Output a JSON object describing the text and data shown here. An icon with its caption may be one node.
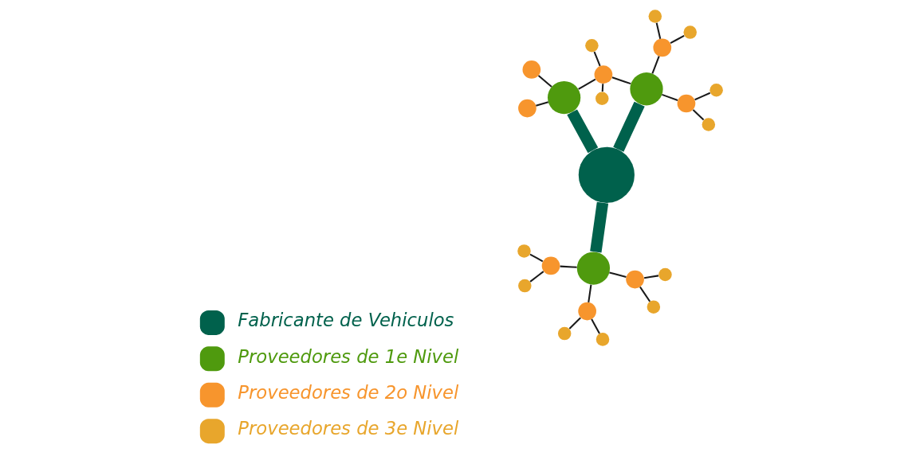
{
  "diagram": {
    "nodes": [
      {
        "text": [],
        "shape": "circle"
      },
      {
        "text": [],
        "shape": "circle"
      },
      {
        "text": [],
        "shape": "circle"
      },
      {
        "text": [],
        "shape": "circle"
      },
      {
        "text": [],
        "shape": "circle"
      },
      {
        "text": [],
        "shape": "circle"
      },
      {
        "text": [],
        "shape": "circle"
      },
      {
        "text": [],
        "shape": "circle"
      },
      {
        "text": [],
        "shape": "circle"
      },
      {
        "text": [],
        "shape": "circle"
      },
      {
        "text": [],
        "shape": "circle"
      },
      {
        "text": [],
        "shape": "circle"
      },
      {
        "text": [],
        "shape": "circle"
      },
      {
        "text": [],
        "shape": "circle"
      },
      {
        "text": [],
        "shape": "circle"
      },
      {
        "text": [],
        "shape": "circle"
      },
      {
        "text": [],
        "shape": "circle"
      },
      {
        "text": [],
        "shape": "circle"
      },
      {
        "text": [],
        "shape": "circle"
      },
      {
        "text": [],
        "shape": "circle"
      },
      {
        "text": [],
        "shape": "circle"
      },
      {
        "text": [],
        "shape": "circle"
      },
      {
        "text": [],
        "shape": "circle"
      },
      {
        "text": [],
        "shape": "circle"
      }
    ],
    "edges": [
      {
        "from": 0,
        "to": 1,
        "arrow": "none",
        "style": "thick",
        "color": "#00614c"
      },
      {
        "from": 0,
        "to": 2,
        "arrow": "none",
        "style": "thick",
        "color": "#00614c"
      },
      {
        "from": 0,
        "to": 3,
        "arrow": "none",
        "style": "thick",
        "color": "#00614c"
      },
      {
        "from": 1,
        "to": 4,
        "arrow": "none"
      },
      {
        "from": 1,
        "to": 5,
        "arrow": "none"
      },
      {
        "from": 1,
        "to": 6,
        "arrow": "none"
      },
      {
        "from": 3,
        "to": 6,
        "arrow": "none"
      },
      {
        "from": 2,
        "to": 7,
        "arrow": "none"
      },
      {
        "from": 2,
        "to": 8,
        "arrow": "none"
      },
      {
        "from": 2,
        "to": 9,
        "arrow": "none"
      },
      {
        "from": 3,
        "to": 10,
        "arrow": "none"
      },
      {
        "from": 3,
        "to": 11,
        "arrow": "none"
      },
      {
        "from": 4,
        "to": 12,
        "arrow": "none"
      },
      {
        "from": 4,
        "to": 13,
        "arrow": "none"
      },
      {
        "from": 5,
        "to": 14,
        "arrow": "none"
      },
      {
        "from": 5,
        "to": 15,
        "arrow": "none"
      },
      {
        "from": 6,
        "to": 16,
        "arrow": "none"
      },
      {
        "from": 6,
        "to": 17,
        "arrow": "none"
      },
      {
        "from": 7,
        "to": 18,
        "arrow": "none"
      },
      {
        "from": 7,
        "to": 19,
        "arrow": "none"
      },
      {
        "from": 8,
        "to": 20,
        "arrow": "none"
      },
      {
        "from": 8,
        "to": 21,
        "arrow": "none"
      },
      {
        "from": 9,
        "to": 22,
        "arrow": "none"
      },
      {
        "from": 9,
        "to": 23,
        "arrow": "none"
      }
    ],
    "legend": [
      {
        "text": "Fabricante de Vehiculos",
        "color": "#00614c"
      },
      {
        "text": "Proveedores de 1e Nivel",
        "color": "#4f9a0e"
      },
      {
        "text": "Proveedores de 2o Nivel",
        "color": "#f7952d"
      },
      {
        "text": "Proveedores de 3e Nivel",
        "color": "#e8a62c"
      }
    ]
  }
}
